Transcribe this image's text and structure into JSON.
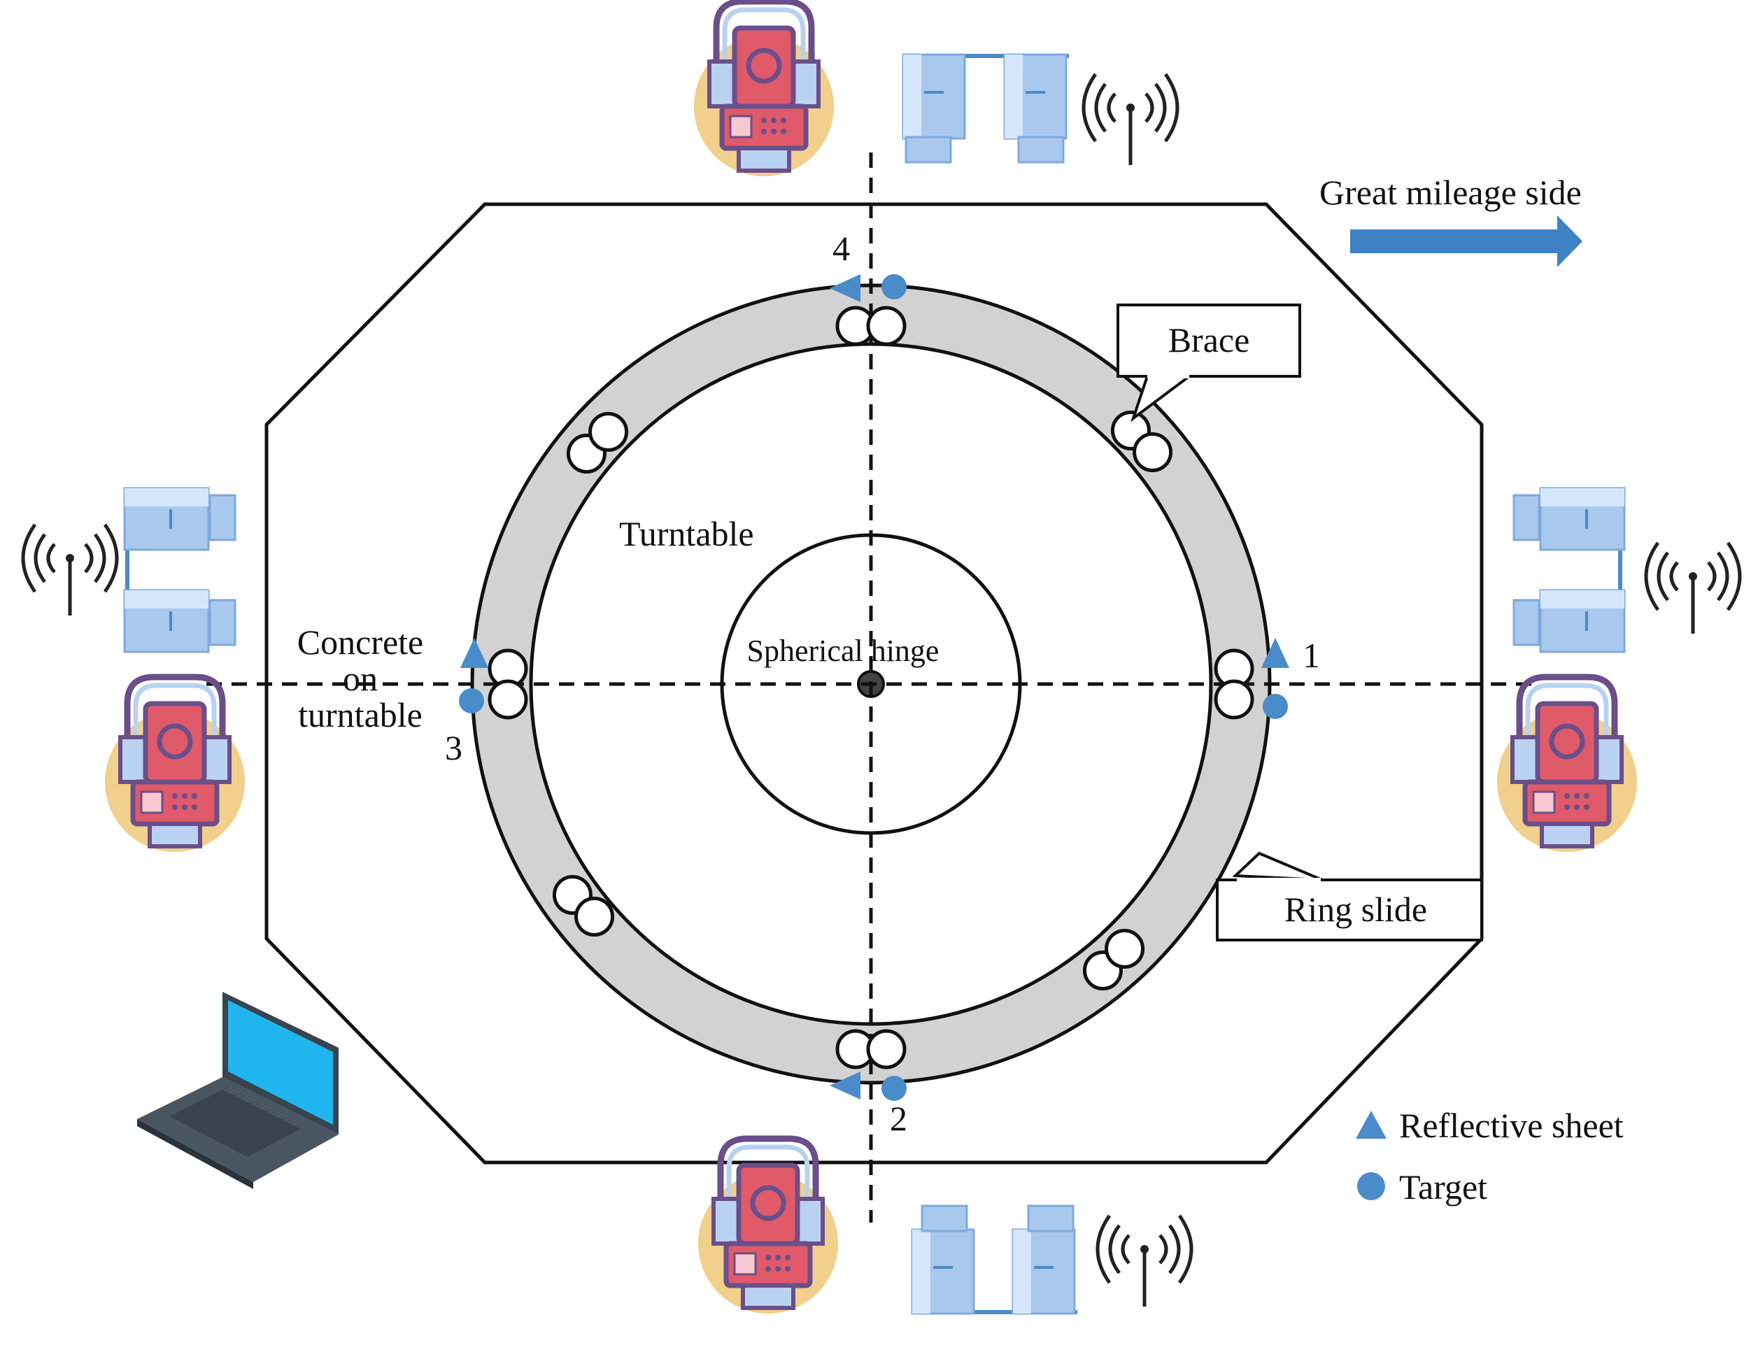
{
  "labels": {
    "great_mileage_side": "Great mileage side",
    "brace": "Brace",
    "turntable": "Turntable",
    "spherical_hinge": "Spherical hinge",
    "concrete_line1": "Concrete",
    "concrete_line2": "on",
    "concrete_line3": "turntable",
    "ring_slide": "Ring slide"
  },
  "points": {
    "p1": "1",
    "p2": "2",
    "p3": "3",
    "p4": "4"
  },
  "legend": {
    "reflective_sheet": "Reflective sheet",
    "target": "Target"
  },
  "colors": {
    "marker_blue": "#4a8bc9",
    "ring_gray": "#d2d2d2",
    "arrow_blue": "#3f82c4",
    "station_red": "#e05a6a",
    "station_purple": "#6a4f8a",
    "station_halo": "#f1cf8c",
    "receiver_blue": "#a8c8ee",
    "laptop_screen": "#1fb6f0",
    "laptop_body": "#3a4450"
  },
  "icons": {
    "total_station": "total-station-icon",
    "receiver": "gnss-receiver-icon",
    "signal": "wireless-signal-icon",
    "laptop": "laptop-icon"
  }
}
